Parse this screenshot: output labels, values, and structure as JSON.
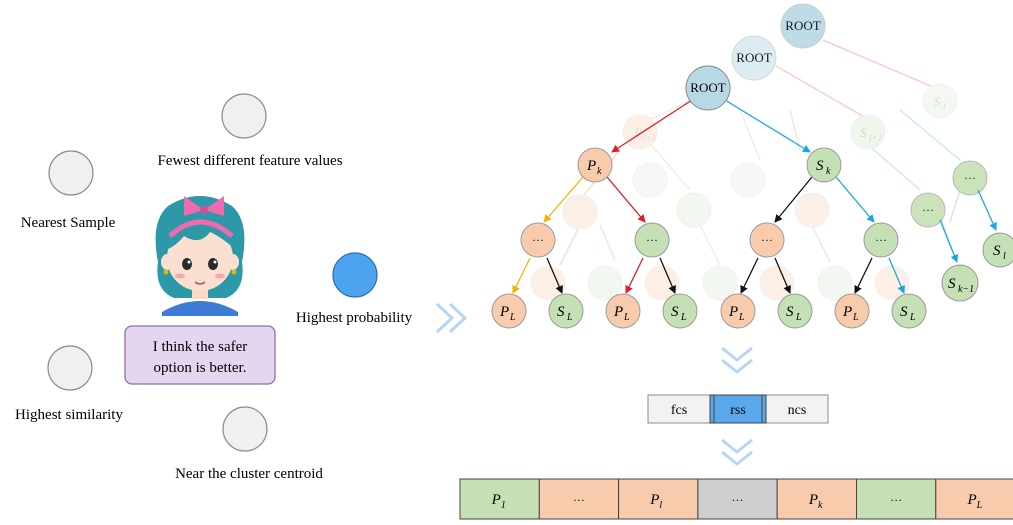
{
  "strategies": {
    "fewest": "Fewest different feature values",
    "nearest_sample": "Nearest Sample",
    "highest_probability": "Highest probability",
    "highest_similarity": "Highest similarity",
    "near_centroid": "Near the cluster centroid"
  },
  "speech": {
    "line1": "I think the safer",
    "line2": "option is better."
  },
  "tree": {
    "root": "ROOT",
    "p_k": "P",
    "p_k_sub": "k",
    "s_k": "S",
    "s_k_sub": "k",
    "ellipsis": "···",
    "p_L": "P",
    "s_L": "S",
    "L_sub": "L",
    "s_l": "S",
    "s_l_sub": "l",
    "s_km1": "S",
    "s_km1_sub": "k−1",
    "faded_p": "P",
    "faded_p_sub": "l+1",
    "faded_s": "S",
    "faded_s_sub": "l+1",
    "faded_s2_sub": "l"
  },
  "selector": {
    "options": [
      "fcs",
      "rss",
      "ncs"
    ],
    "selected": "rss"
  },
  "sequence": {
    "cells": [
      {
        "main": "P",
        "sub": "1",
        "kind": "green"
      },
      {
        "main": "···",
        "sub": "",
        "kind": "orange"
      },
      {
        "main": "P",
        "sub": "l",
        "kind": "orange"
      },
      {
        "main": "···",
        "sub": "",
        "kind": "gray"
      },
      {
        "main": "P",
        "sub": "k",
        "kind": "orange"
      },
      {
        "main": "···",
        "sub": "",
        "kind": "green"
      },
      {
        "main": "P",
        "sub": "L",
        "kind": "orange"
      }
    ]
  },
  "colors": {
    "root": "#b7d9e4",
    "orange": "#f8cbad",
    "green": "#c5e0b4",
    "gray_node": "#efefef",
    "blue_dot": "#4da3f0",
    "selected": "#5ba7ec",
    "speech_bg": "#e4d6ee",
    "red_edge": "#e02020",
    "blue_edge": "#17a8e3",
    "yellow_edge": "#f0b400"
  }
}
